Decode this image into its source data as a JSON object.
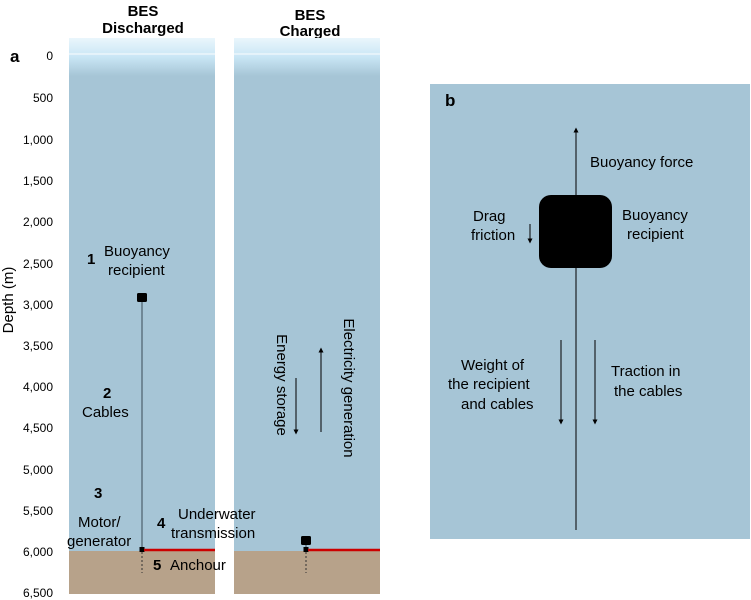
{
  "panel_a": {
    "letter": "a",
    "header_left_line1": "BES",
    "header_left_line2": "Discharged",
    "header_right_line1": "BES",
    "header_right_line2": "Charged",
    "axis_label": "Depth (m)",
    "ticks": [
      "0",
      "500",
      "1,000",
      "1,500",
      "2,000",
      "2,500",
      "3,000",
      "3,500",
      "4,000",
      "4,500",
      "5,000",
      "5,500",
      "6,000",
      "6,500"
    ],
    "labels": {
      "n1": "1",
      "buoyancy_line1": "Buoyancy",
      "buoyancy_line2": "recipient",
      "n2": "2",
      "cables": "Cables",
      "n3": "3",
      "motor_line1": "Motor/",
      "motor_line2": "generator",
      "n4": "4",
      "underwater_line1": "Underwater",
      "underwater_line2": "transmission",
      "n5": "5",
      "anchour": "Anchour",
      "energy_storage": "Energy storage",
      "electricity_generation": "Electricity generation"
    },
    "colors": {
      "water": "#a6c5d6",
      "seabed": "#b7a28a",
      "cable_red": "#cc0000",
      "surface": "#dbeef8"
    }
  },
  "panel_b": {
    "letter": "b",
    "buoyancy_force": "Buoyancy force",
    "drag_line1": "Drag",
    "drag_line2": "friction",
    "recipient_line1": "Buoyancy",
    "recipient_line2": "recipient",
    "weight_line1": "Weight of",
    "weight_line2": "the recipient",
    "weight_line3": "and cables",
    "traction_line1": "Traction in",
    "traction_line2": "the cables"
  }
}
